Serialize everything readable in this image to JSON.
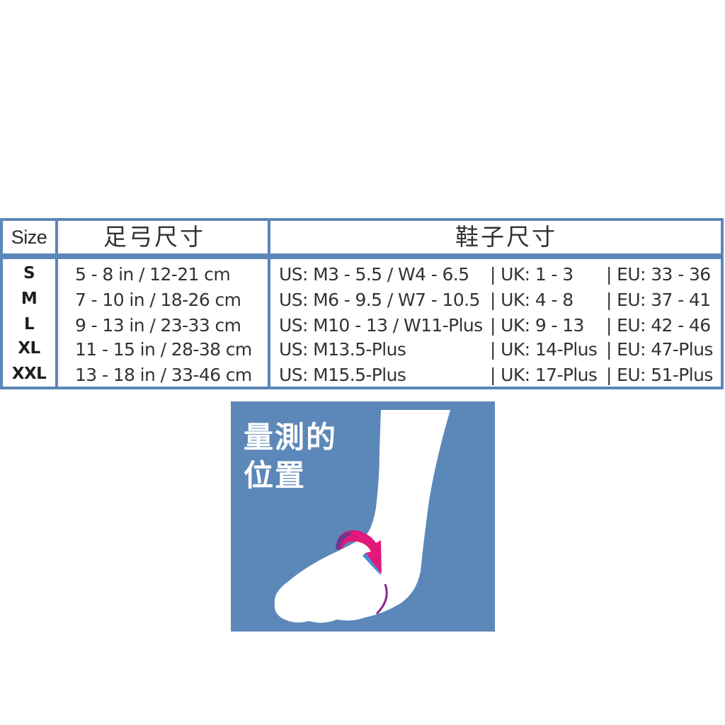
{
  "table": {
    "headers": {
      "size": "Size",
      "arch": "足弓尺寸",
      "shoe": "鞋子尺寸"
    },
    "rows": [
      {
        "size": "S",
        "arch": "5 - 8 in / 12-21 cm",
        "us": "US: M3 - 5.5 / W4 - 6.5",
        "uk": "| UK: 1 - 3",
        "eu": "| EU: 33 - 36"
      },
      {
        "size": "M",
        "arch": "7 - 10 in / 18-26 cm",
        "us": "US: M6 - 9.5 / W7 - 10.5",
        "uk": "| UK: 4 - 8",
        "eu": "| EU: 37 - 41"
      },
      {
        "size": "L",
        "arch": "9 - 13 in / 23-33 cm",
        "us": "US: M10 - 13 / W11-Plus",
        "uk": "| UK: 9 - 13",
        "eu": "| EU: 42 - 46"
      },
      {
        "size": "XL",
        "arch": "11 - 15 in / 28-38 cm",
        "us": "US: M13.5-Plus",
        "uk": "| UK: 14-Plus",
        "eu": "| EU: 47-Plus"
      },
      {
        "size": "XXL",
        "arch": "13 - 18 in / 33-46 cm",
        "us": "US: M15.5-Plus",
        "uk": "| UK: 17-Plus",
        "eu": "| EU: 51-Plus"
      }
    ]
  },
  "illustration": {
    "title_line1": "量測的",
    "title_line2": "位置",
    "background_color": "#5c88b9",
    "arrow_color": "#e0197a",
    "icon": "foot-measurement-icon"
  },
  "colors": {
    "border": "#5b86b8",
    "text": "#333333"
  }
}
